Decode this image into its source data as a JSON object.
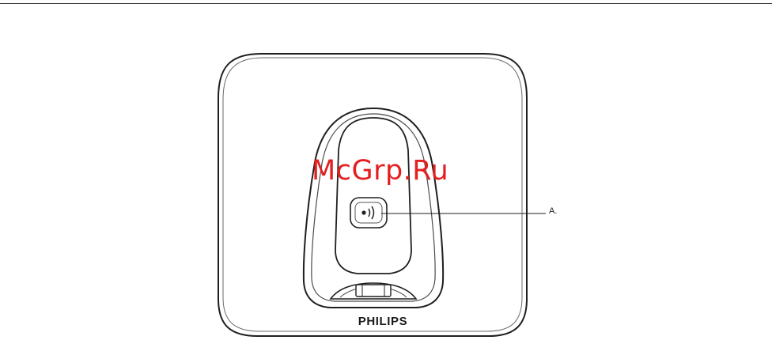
{
  "watermark": {
    "text": "McGrp.Ru",
    "color": "#e41f1f"
  },
  "device": {
    "brand": "PHILIPS"
  },
  "callouts": [
    {
      "label": "A."
    }
  ]
}
